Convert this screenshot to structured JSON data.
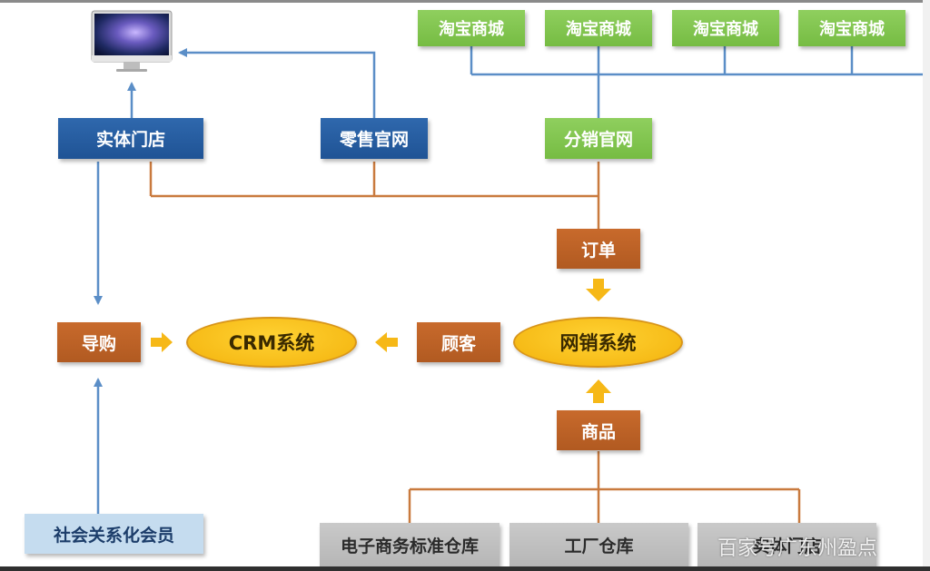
{
  "channels": {
    "taobao": [
      "淘宝商城",
      "淘宝商城",
      "淘宝商城",
      "淘宝商城"
    ],
    "store": "实体门店",
    "retail": "零售官网",
    "distribution": "分销官网"
  },
  "flow": {
    "order": "订单",
    "guide": "导购",
    "customer": "顾客",
    "goods": "商品"
  },
  "systems": {
    "crm": "CRM系统",
    "online_sales": "网销系统"
  },
  "members": "社会关系化会员",
  "warehouses": [
    "电子商务标准仓库",
    "工厂仓库",
    "实体门店"
  ],
  "watermark": "百家号广东州盈点",
  "colors": {
    "green": "#7dc24a",
    "blue": "#245b9f",
    "orange": "#b85f25",
    "yellow": "#f6b817",
    "arrow_blue": "#5b8ec7",
    "line_orange": "#c97a3e",
    "line_blue": "#5b8ec7"
  },
  "icons": {
    "computer": "desktop-computer-icon"
  }
}
